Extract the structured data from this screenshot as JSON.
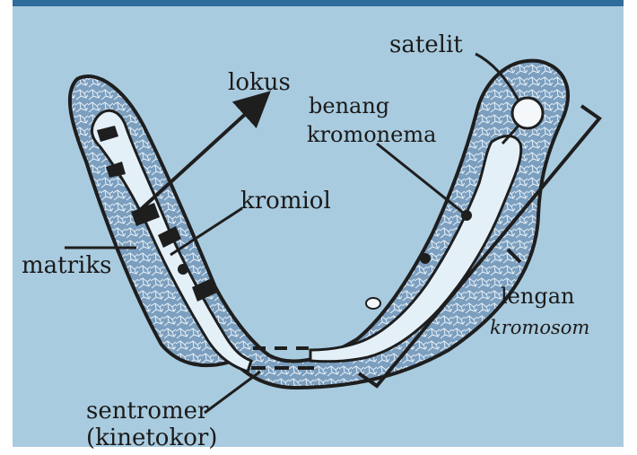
{
  "diagram": {
    "colors": {
      "background": "#a9cbdf",
      "chromosome_fill": "#7c9fbf",
      "chromonema_fill": "#e4f0f8",
      "outline": "#1e1e1e",
      "frame_top": "#2e6c9b"
    },
    "labels": {
      "satelit": "satelit",
      "lokus": "lokus",
      "benang_line1": "benang",
      "benang_line2": "kromonema",
      "kromiol": "kromiol",
      "matriks": "matriks",
      "lengan_line1": "lengan",
      "lengan_line2": "kromosom",
      "sentromer_line1": "sentromer",
      "sentromer_line2": "(kinetokor)"
    }
  }
}
